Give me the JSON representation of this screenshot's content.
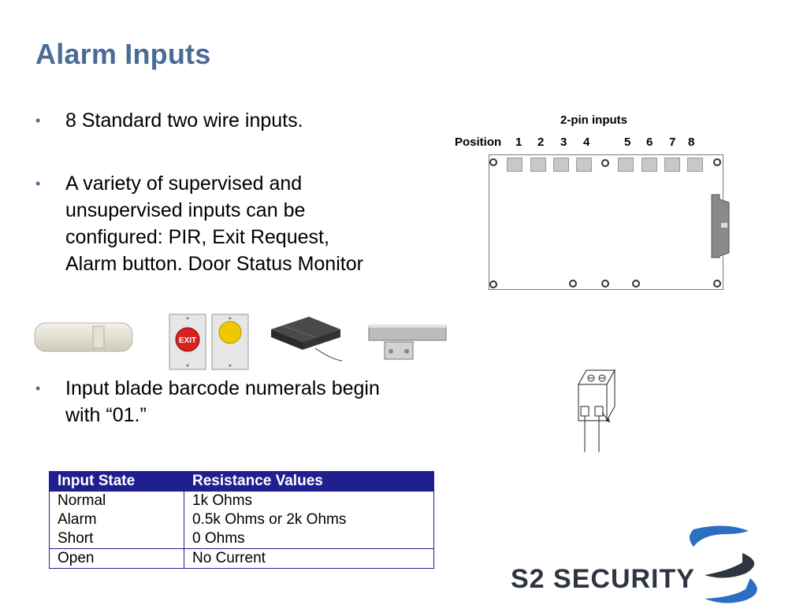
{
  "title": "Alarm Inputs",
  "bullets": [
    "8 Standard two wire inputs.",
    "A variety of supervised and unsupervised inputs can be configured: PIR, Exit Request, Alarm button. Door Status Monitor",
    "Input blade barcode numerals begin with “01.”"
  ],
  "bullet_symbol": "•",
  "diagram": {
    "title": "2-pin inputs",
    "position_label": "Position",
    "positions": [
      "1",
      "2",
      "3",
      "4",
      "5",
      "6",
      "7",
      "8"
    ]
  },
  "devices": {
    "exit_label": "EXIT"
  },
  "table": {
    "headers": [
      "Input State",
      "Resistance Values"
    ],
    "rows": [
      [
        "Normal\nAlarm\nShort",
        "1k Ohms\n0.5k Ohms or 2k Ohms\n0 Ohms"
      ],
      [
        "Open",
        "No Current"
      ]
    ]
  },
  "logo": {
    "text": "S2 SECURITY",
    "colors": {
      "blue": "#2a6fc0",
      "dark": "#2e3440"
    }
  },
  "colors": {
    "title": "#4a6b96",
    "table_header": "#1f1f8f"
  }
}
